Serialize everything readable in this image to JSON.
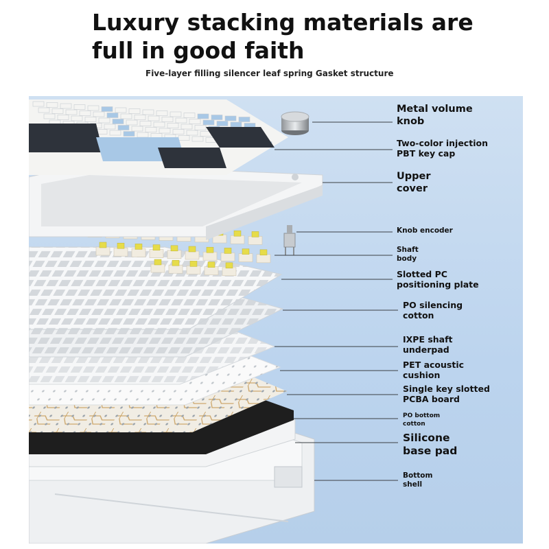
{
  "header": {
    "title": "Luxury stacking materials are\nfull in good faith",
    "subtitle": "Five-layer filling silencer leaf spring Gasket structure"
  },
  "layers": [
    {
      "id": "knob",
      "label": "Metal volume\nknob"
    },
    {
      "id": "keycap",
      "label": "Two-color injection\nPBT key cap"
    },
    {
      "id": "upper-cover",
      "label": "Upper\ncover"
    },
    {
      "id": "encoder",
      "label": "Knob encoder"
    },
    {
      "id": "shaft",
      "label": "Shaft\nbody"
    },
    {
      "id": "plate",
      "label": "Slotted PC\npositioning plate"
    },
    {
      "id": "po-silencing",
      "label": "PO silencing\ncotton"
    },
    {
      "id": "ixpe",
      "label": "IXPE shaft\nunderpad"
    },
    {
      "id": "pet",
      "label": "PET acoustic\ncushion"
    },
    {
      "id": "pcba",
      "label": "Single key slotted\nPCBA board"
    },
    {
      "id": "po-bottom",
      "label": "PO bottom\ncotton"
    },
    {
      "id": "silicone",
      "label": "Silicone\nbase pad"
    },
    {
      "id": "bottom-shell",
      "label": "Bottom\nshell"
    }
  ],
  "colors": {
    "background": "#c4d8ef",
    "keycap_white": "#f4f4f2",
    "keycap_blue": "#a8c8e6",
    "keycap_dark": "#2e333b",
    "switch_yellow": "#e6dc4a",
    "pcb_black": "#1e1e1e"
  }
}
